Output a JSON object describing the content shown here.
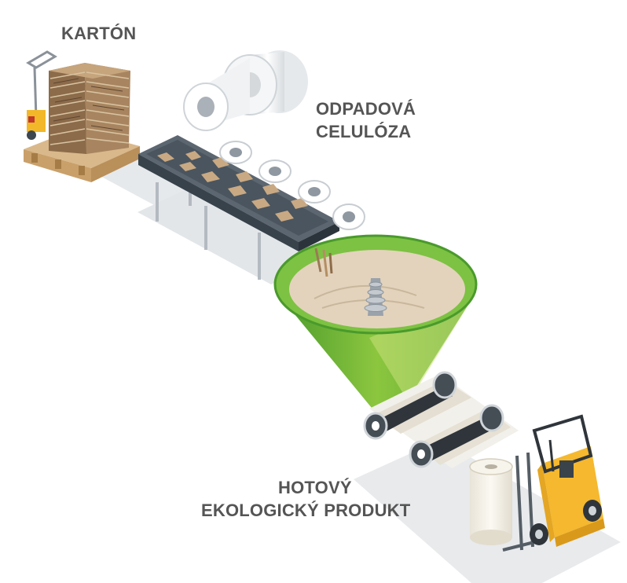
{
  "labels": {
    "cardboard": "KARTÓN",
    "waste_cellulose": [
      "ODPADOVÁ",
      "CELULÓZA"
    ],
    "finished_product": [
      "HOTOVÝ",
      "EKOLOGICKÝ PRODUKT"
    ]
  },
  "colors": {
    "label_text": "#555555",
    "funnel_green": "#7dc242",
    "funnel_dark_green": "#3f8f2a",
    "pulp": "#e3d3bd",
    "forklift_yellow": "#f5b82e",
    "conveyor_dark": "#3f4a55",
    "shadow": "#e4e7ea"
  },
  "icons": [
    "pallet-jack-icon",
    "cardboard-stack-icon",
    "conveyor-belt-icon",
    "paper-roll-icon",
    "funnel-mixer-icon",
    "auger-icon",
    "roller-press-icon",
    "forklift-icon",
    "product-roll-icon"
  ]
}
